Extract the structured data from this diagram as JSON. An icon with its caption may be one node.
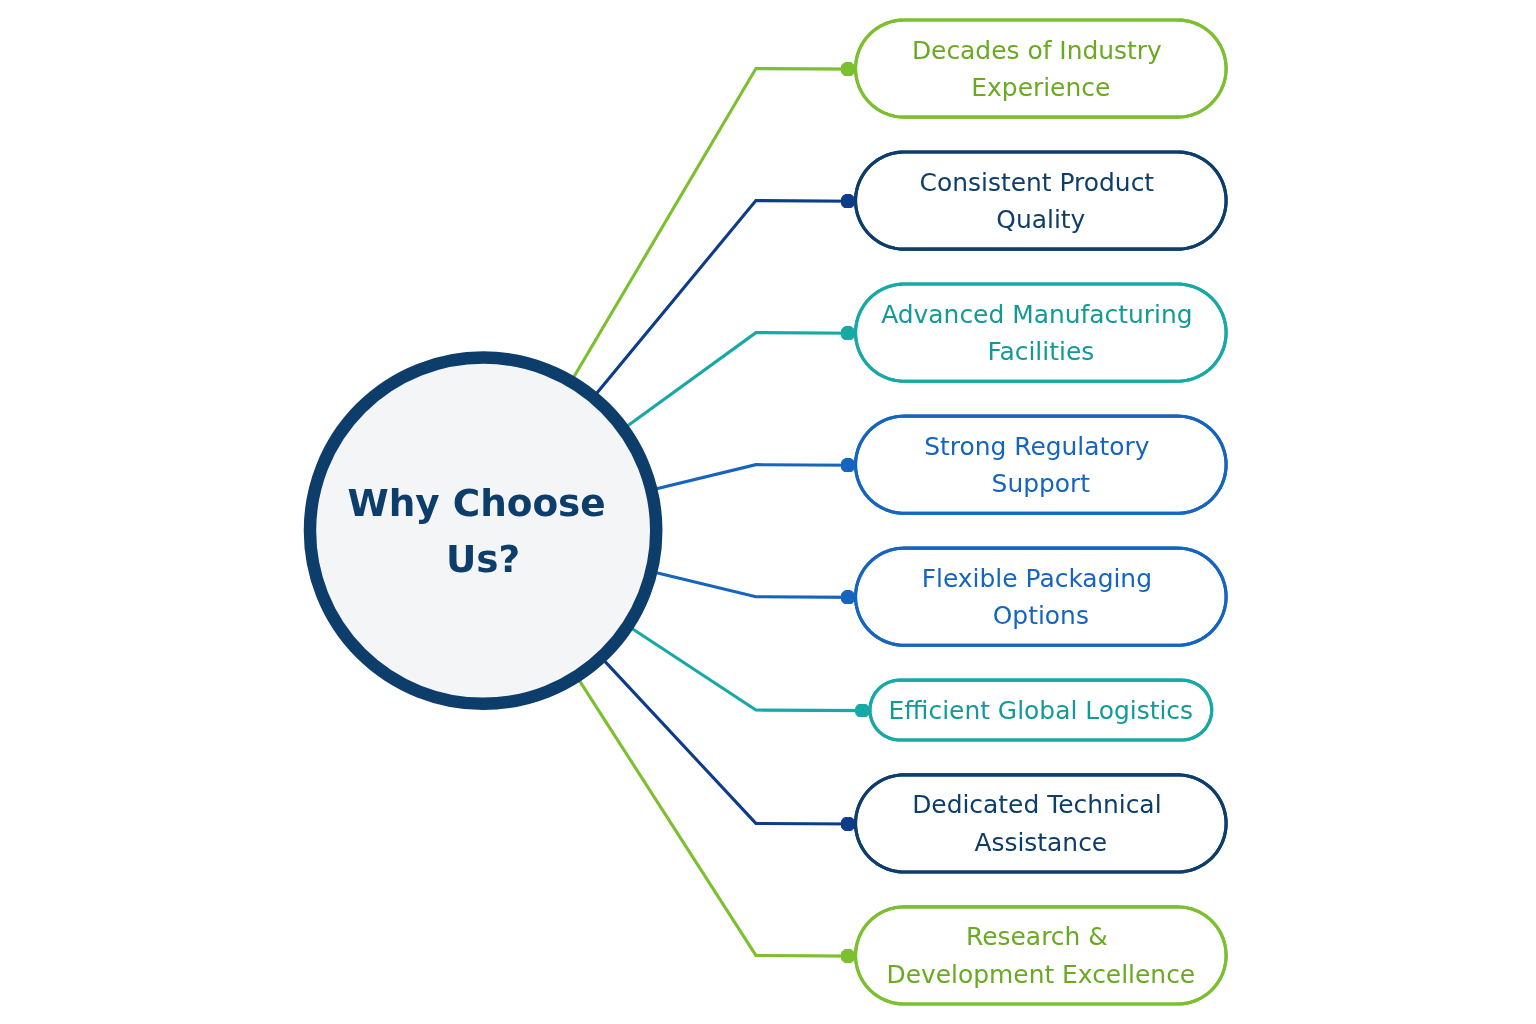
{
  "diagram": {
    "nodes": [
      {
        "text": [
          "Why Choose Us?"
        ]
      },
      {
        "text": [
          "Decades of Industry Experience"
        ]
      },
      {
        "text": [
          "Consistent Product Quality"
        ]
      },
      {
        "text": [
          "Advanced Manufacturing Facilities"
        ]
      },
      {
        "text": [
          "Strong Regulatory Support"
        ]
      },
      {
        "text": [
          "Flexible Packaging Options"
        ]
      },
      {
        "text": [
          "Efficient Global Logistics"
        ]
      },
      {
        "text": [
          "Dedicated Technical Assistance"
        ]
      },
      {
        "text": [
          "Research & Development Excellence"
        ]
      }
    ],
    "edges": [
      {
        "from": 0,
        "to": 1,
        "arrow": "other",
        "color": "#7cbf2f"
      },
      {
        "from": 0,
        "to": 2,
        "arrow": "other",
        "color": "#0d3d8a"
      },
      {
        "from": 0,
        "to": 3,
        "arrow": "other",
        "color": "#17a9a6"
      },
      {
        "from": 0,
        "to": 4,
        "arrow": "other",
        "color": "#1565c0"
      },
      {
        "from": 0,
        "to": 5,
        "arrow": "other",
        "color": "#1565c0"
      },
      {
        "from": 0,
        "to": 6,
        "arrow": "other",
        "color": "#17a9a6"
      },
      {
        "from": 0,
        "to": 7,
        "arrow": "other",
        "color": "#0d3d8a"
      },
      {
        "from": 0,
        "to": 8,
        "arrow": "other",
        "color": "#7cbf2f"
      }
    ]
  }
}
